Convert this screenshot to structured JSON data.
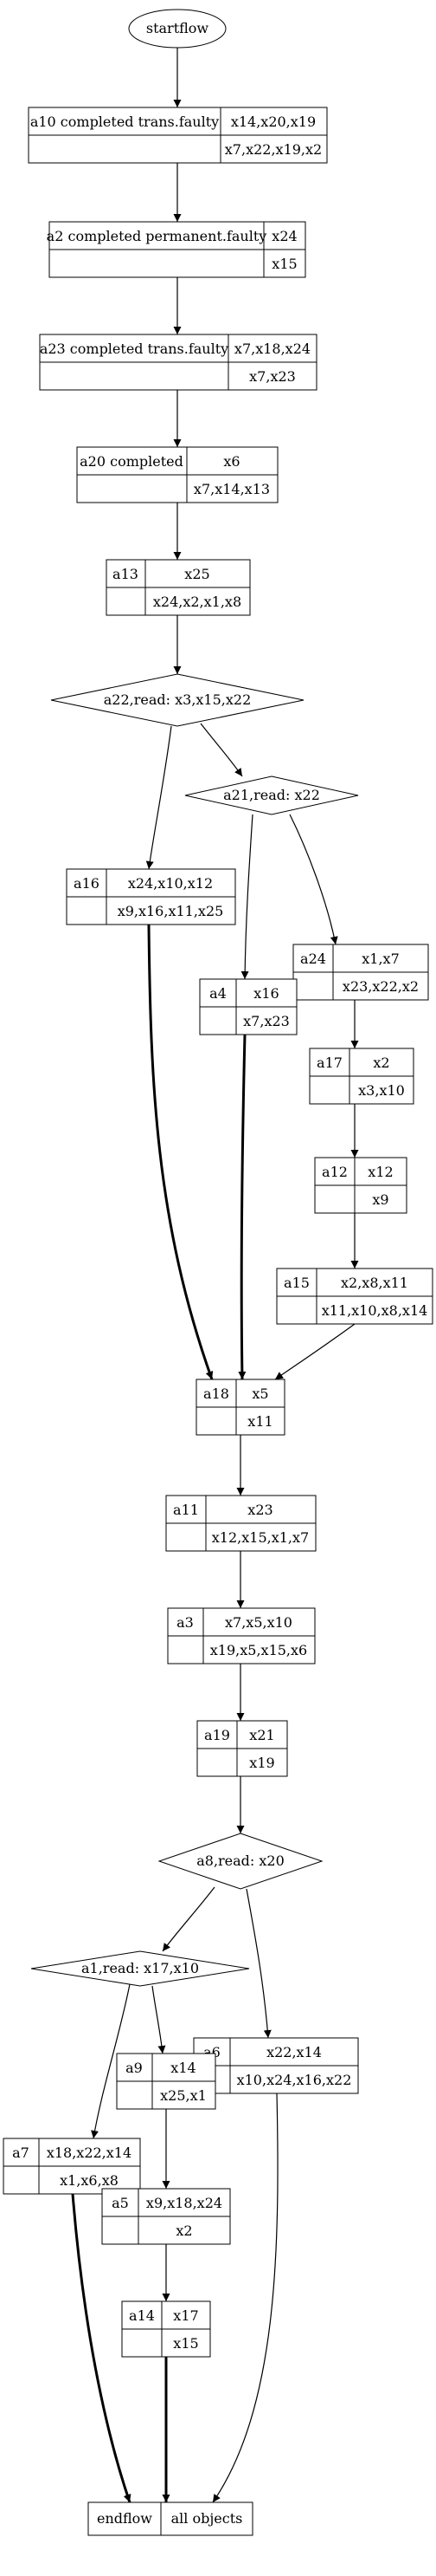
{
  "start": {
    "label": "startflow"
  },
  "boxes": [
    {
      "id": "a10",
      "title": "a10 completed trans.faulty",
      "top_right": "x14,x20,x19",
      "bottom_right": "x7,x22,x19,x2"
    },
    {
      "id": "a2",
      "title": "a2 completed permanent.faulty",
      "top_right": "x24",
      "bottom_right": "x15"
    },
    {
      "id": "a23",
      "title": "a23 completed trans.faulty",
      "top_right": "x7,x18,x24",
      "bottom_right": "x7,x23"
    },
    {
      "id": "a20",
      "title": "a20 completed",
      "top_right": "x6",
      "bottom_right": "x7,x14,x13"
    },
    {
      "id": "a13",
      "title": "a13",
      "top_right": "x25",
      "bottom_right": "x24,x2,x1,x8"
    },
    {
      "id": "a16",
      "title": "a16",
      "top_right": "x24,x10,x12",
      "bottom_right": "x9,x16,x11,x25"
    },
    {
      "id": "a24",
      "title": "a24",
      "top_right": "x1,x7",
      "bottom_right": "x23,x22,x2"
    },
    {
      "id": "a4",
      "title": "a4",
      "top_right": "x16",
      "bottom_right": "x7,x23"
    },
    {
      "id": "a17",
      "title": "a17",
      "top_right": "x2",
      "bottom_right": "x3,x10"
    },
    {
      "id": "a12",
      "title": "a12",
      "top_right": "x12",
      "bottom_right": "x9"
    },
    {
      "id": "a15",
      "title": "a15",
      "top_right": "x2,x8,x11",
      "bottom_right": "x11,x10,x8,x14"
    },
    {
      "id": "a18",
      "title": "a18",
      "top_right": "x5",
      "bottom_right": "x11"
    },
    {
      "id": "a11",
      "title": "a11",
      "top_right": "x23",
      "bottom_right": "x12,x15,x1,x7"
    },
    {
      "id": "a3",
      "title": "a3",
      "top_right": "x7,x5,x10",
      "bottom_right": "x19,x5,x15,x6"
    },
    {
      "id": "a19",
      "title": "a19",
      "top_right": "x21",
      "bottom_right": "x19"
    },
    {
      "id": "a6",
      "title": "a6",
      "top_right": "x22,x14",
      "bottom_right": "x10,x24,x16,x22"
    },
    {
      "id": "a9",
      "title": "a9",
      "top_right": "x14",
      "bottom_right": "x25,x1"
    },
    {
      "id": "a7",
      "title": "a7",
      "top_right": "x18,x22,x14",
      "bottom_right": "x1,x6,x8"
    },
    {
      "id": "a5",
      "title": "a5",
      "top_right": "x9,x18,x24",
      "bottom_right": "x2"
    },
    {
      "id": "a14",
      "title": "a14",
      "top_right": "x17",
      "bottom_right": "x15"
    }
  ],
  "decisions": [
    {
      "id": "a22",
      "label": "a22,read: x3,x15,x22"
    },
    {
      "id": "a21",
      "label": "a21,read: x22"
    },
    {
      "id": "a8",
      "label": "a8,read: x20"
    },
    {
      "id": "a1",
      "label": "a1,read: x17,x10"
    }
  ],
  "end": {
    "left": "endflow",
    "right": "all objects"
  }
}
